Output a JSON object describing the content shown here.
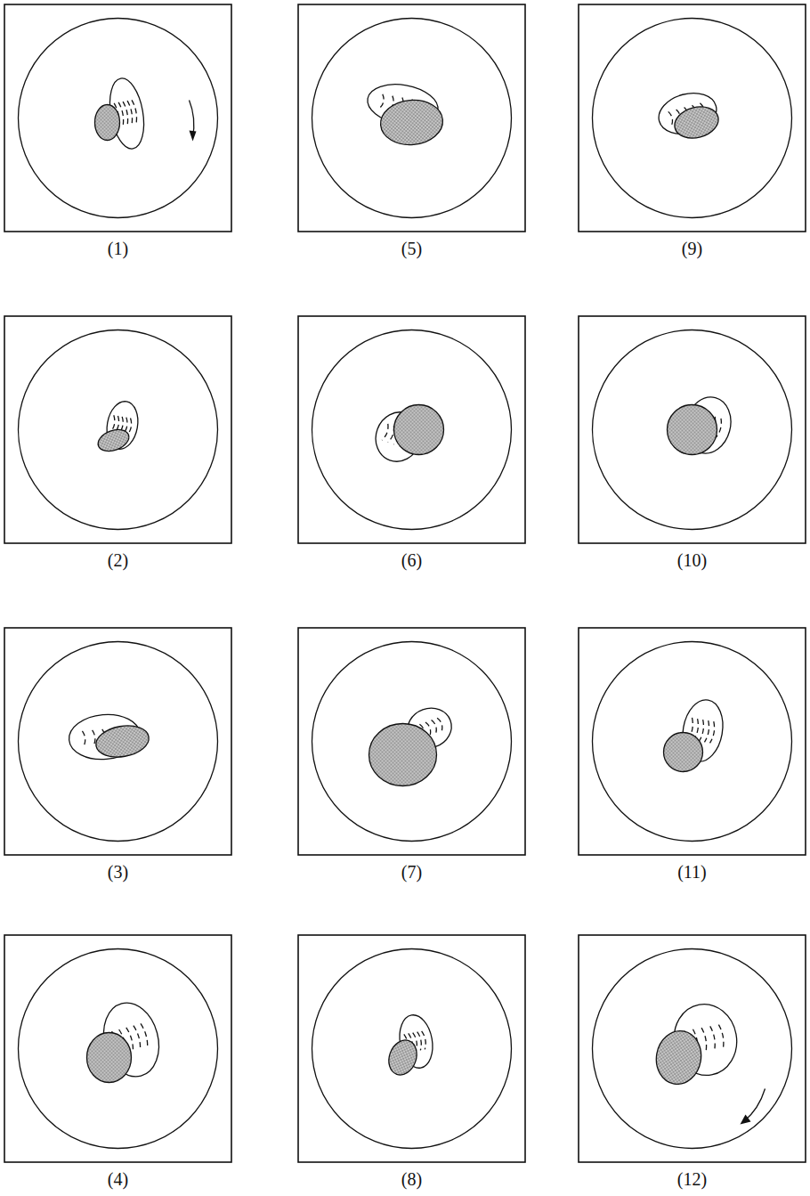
{
  "diagram": {
    "labels": [
      "(1)",
      "(2)",
      "(3)",
      "(4)",
      "(5)",
      "(6)",
      "(7)",
      "(8)",
      "(9)",
      "(10)",
      "(11)",
      "(12)"
    ]
  }
}
